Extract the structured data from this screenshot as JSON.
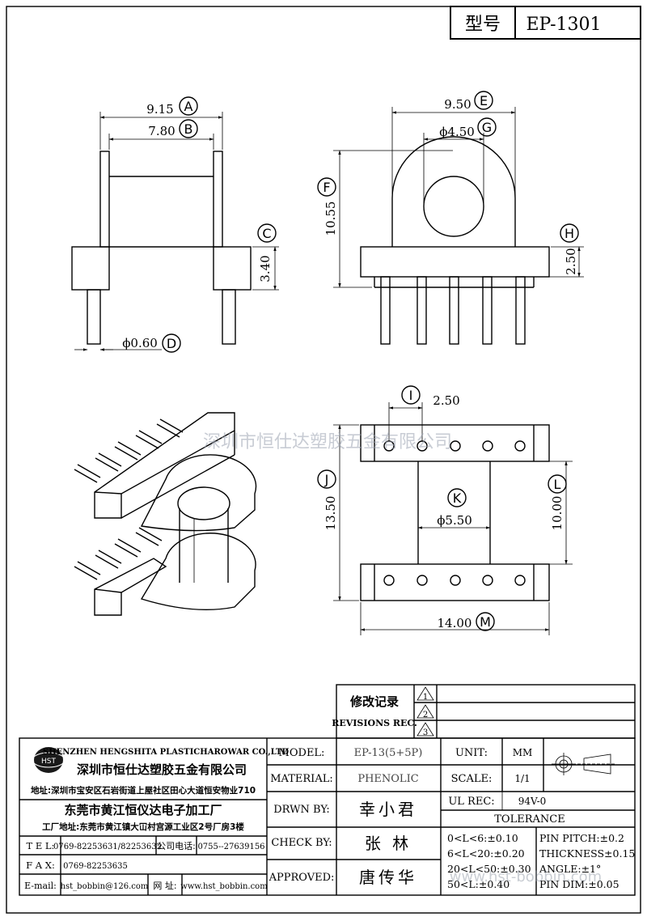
{
  "header": {
    "type_label": "型号",
    "model_no": "EP-1301"
  },
  "dims": {
    "a_val": "9.15",
    "a": "A",
    "b_val": "7.80",
    "b": "B",
    "c": "C",
    "c_val": "3.40",
    "d_val": "ϕ0.60",
    "d": "D",
    "e_val": "9.50",
    "e": "E",
    "g_val": "ϕ4.50",
    "g": "G",
    "f": "F",
    "f_val": "10.55",
    "h": "H",
    "h_val": "2.50",
    "i": "I",
    "i_val": "2.50",
    "j": "J",
    "j_val": "13.50",
    "k": "K",
    "k_val": "ϕ5.50",
    "l": "L",
    "l_val": "10.00",
    "m_val": "14.00",
    "m": "M"
  },
  "watermark": "深圳市恒仕达塑胶五金有限公司",
  "revisions": {
    "title_cn": "修改记录",
    "title_en": "REVISIONS REC.",
    "marks": [
      "1",
      "2",
      "3"
    ]
  },
  "company": {
    "logo_text": "HST",
    "name_en": "SHENZHEN HENGSHITA PLASTICHAROWAR CO.,LTD",
    "name_cn": "深圳市恒仕达塑胶五金有限公司",
    "address1": "地址:深圳市宝安区石岩街道上屋社区田心大道恒安物业710",
    "factory": "东莞市黄江恒仪达电子加工厂",
    "address2": "工厂地址:东莞市黄江镇大冚村宫源工业区2号厂房3楼",
    "tel_label": "T E L:",
    "tel": "0769-82253631/82253632",
    "company_phone_label": "公司电话:",
    "company_phone": "0755--27639156",
    "fax_label": "F A X:",
    "fax": "0769-82253635",
    "email_label": "E-mail:",
    "email": "hst_bobbin@126.com",
    "web_label": "网 址:",
    "web": "www.hst_bobbin.com"
  },
  "titleblock": {
    "model_label": "MODEL:",
    "model": "EP-13(5+5P)",
    "material_label": "MATERIAL:",
    "material": "PHENOLIC",
    "drawn_label": "DRWN BY:",
    "drawn": "幸小君",
    "check_label": "CHECK BY:",
    "check": "张  林",
    "approved_label": "APPROVED:",
    "approved": "唐传华",
    "unit_label": "UNIT:",
    "unit": "MM",
    "scale_label": "SCALE:",
    "scale": "1/1",
    "ul_label": "UL REC:",
    "ul": "94V-0",
    "tolerance_label": "TOLERANCE",
    "tol_left": [
      "0<L<6:±0.10",
      "6<L<20:±0.20",
      "20<L<50:±0.30",
      "50<L:±0.40"
    ],
    "tol_right": [
      "PIN PITCH:±0.2",
      "THICKNESS±0.15",
      "ANGLE:±1°",
      "PIN DIM:±0.05"
    ]
  },
  "footer_watermark": "www.hst-bobbin.com"
}
